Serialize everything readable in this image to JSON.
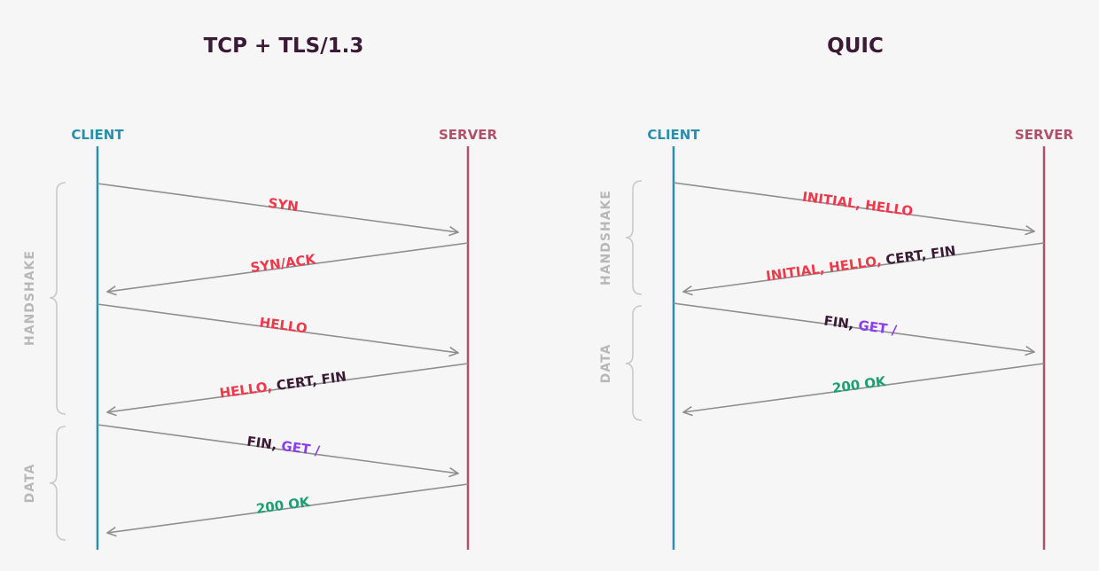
{
  "colors": {
    "client": "#2a8fae",
    "server": "#b0506a",
    "arrow": "#8f8f8f",
    "bracket": "#c9c9c9",
    "red": "#f0384a",
    "dark": "#3a1a34",
    "purple": "#8a3cf0",
    "green": "#1f9e74"
  },
  "panels": [
    {
      "title": "TCP + TLS/1.3",
      "client_label": "CLIENT",
      "server_label": "SERVER",
      "phases": [
        {
          "label": "HANDSHAKE"
        },
        {
          "label": "DATA"
        }
      ],
      "messages": [
        {
          "direction": "to-server",
          "segments": [
            {
              "text": "SYN",
              "color": "red"
            }
          ]
        },
        {
          "direction": "to-client",
          "segments": [
            {
              "text": "SYN/ACK",
              "color": "red"
            }
          ]
        },
        {
          "direction": "to-server",
          "segments": [
            {
              "text": "HELLO",
              "color": "red"
            }
          ]
        },
        {
          "direction": "to-client",
          "segments": [
            {
              "text": "HELLO, ",
              "color": "red"
            },
            {
              "text": "CERT, FIN",
              "color": "dark"
            }
          ]
        },
        {
          "direction": "to-server",
          "segments": [
            {
              "text": "FIN, ",
              "color": "dark"
            },
            {
              "text": "GET /",
              "color": "purple"
            }
          ]
        },
        {
          "direction": "to-client",
          "segments": [
            {
              "text": "200 OK",
              "color": "green"
            }
          ]
        }
      ]
    },
    {
      "title": "QUIC",
      "client_label": "CLIENT",
      "server_label": "SERVER",
      "phases": [
        {
          "label": "HANDSHAKE"
        },
        {
          "label": "DATA"
        }
      ],
      "messages": [
        {
          "direction": "to-server",
          "segments": [
            {
              "text": "INITIAL, HELLO",
              "color": "red"
            }
          ]
        },
        {
          "direction": "to-client",
          "segments": [
            {
              "text": "INITIAL, HELLO, ",
              "color": "red"
            },
            {
              "text": "CERT, FIN",
              "color": "dark"
            }
          ]
        },
        {
          "direction": "to-server",
          "segments": [
            {
              "text": "FIN, ",
              "color": "dark"
            },
            {
              "text": "GET /",
              "color": "purple"
            }
          ]
        },
        {
          "direction": "to-client",
          "segments": [
            {
              "text": "200 OK",
              "color": "green"
            }
          ]
        }
      ]
    }
  ]
}
